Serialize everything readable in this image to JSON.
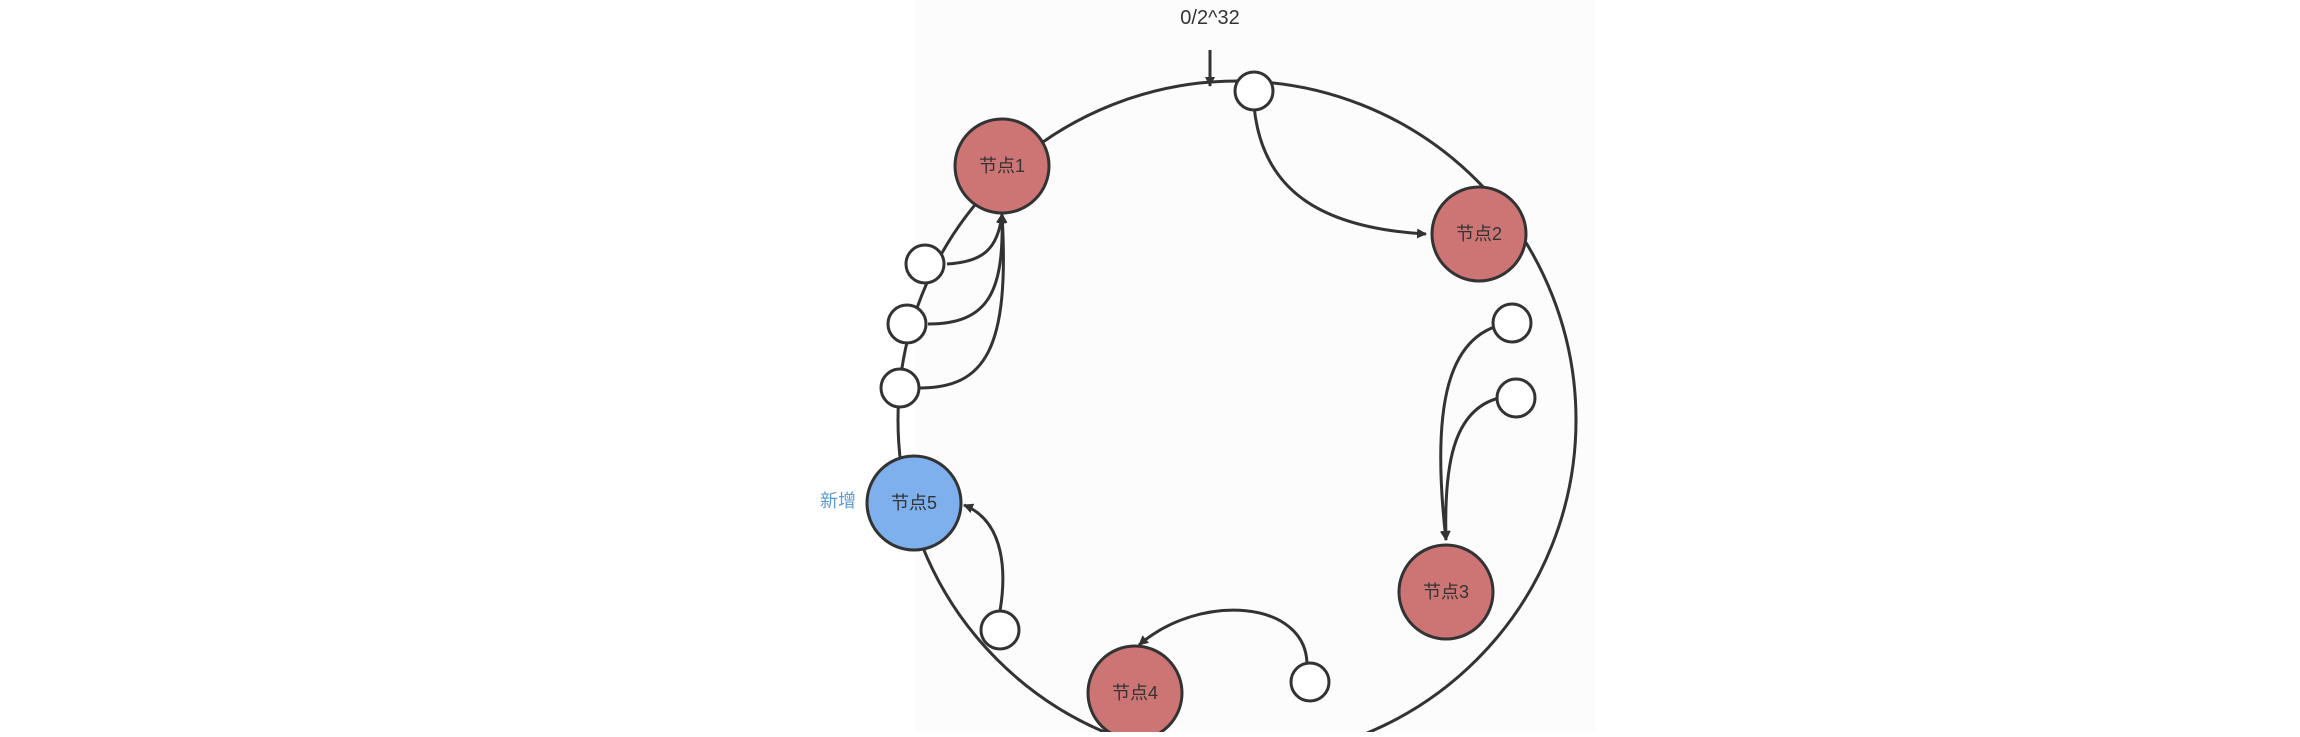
{
  "diagram": {
    "top_label": "0/2^32",
    "new_label": "新增",
    "nodes": [
      {
        "id": "node1",
        "label": "节点1",
        "color": "#cd7575"
      },
      {
        "id": "node2",
        "label": "节点2",
        "color": "#cd7575"
      },
      {
        "id": "node3",
        "label": "节点3",
        "color": "#cd7575"
      },
      {
        "id": "node4",
        "label": "节点4",
        "color": "#cd7575"
      },
      {
        "id": "node5",
        "label": "节点5",
        "color": "#7eb0ee"
      }
    ],
    "colors": {
      "line": "#333333",
      "new_label": "#5b9bd5",
      "data_point_fill": "#ffffff",
      "text": "#333333"
    }
  }
}
